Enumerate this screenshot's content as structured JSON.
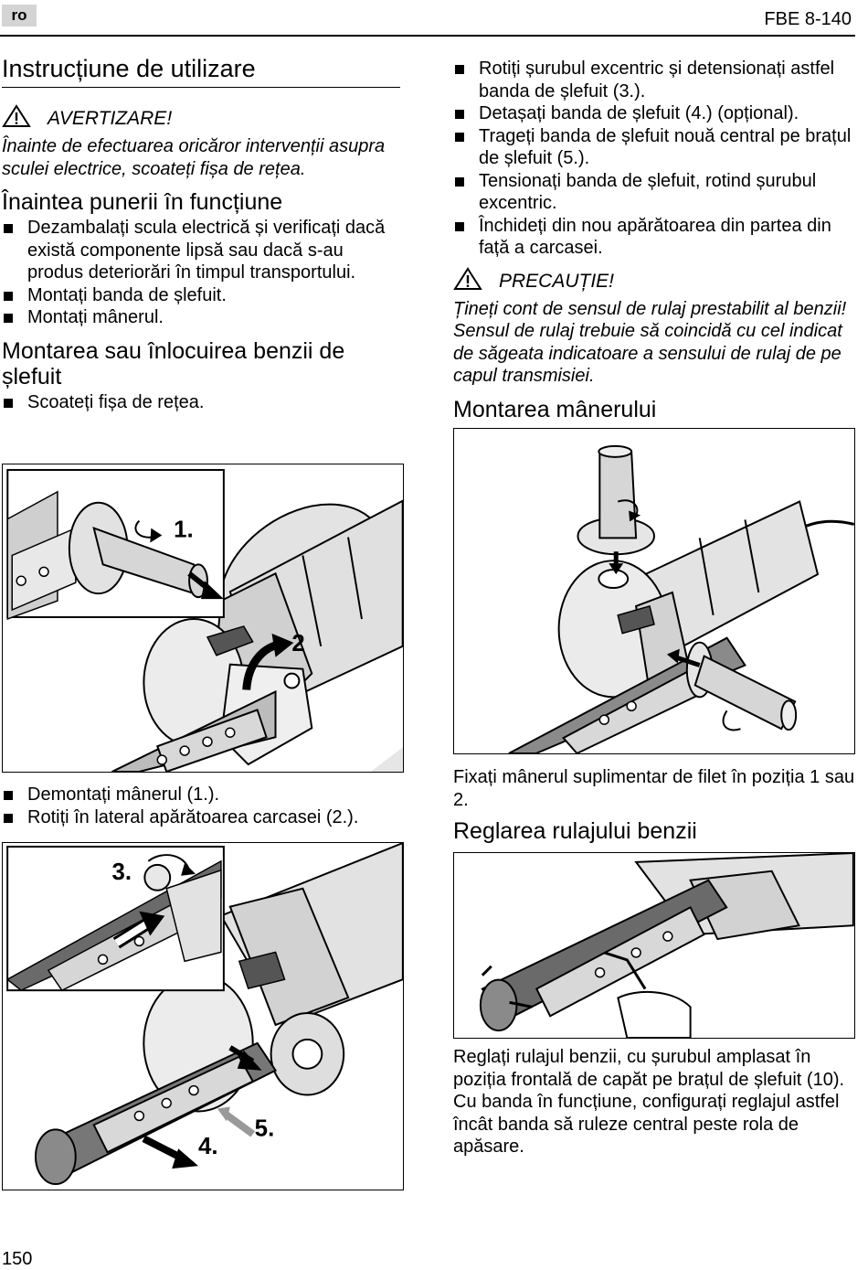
{
  "header": {
    "lang": "ro",
    "model": "FBE 8-140"
  },
  "left": {
    "title": "Instrucțiune de utilizare",
    "warning": {
      "label": "AVERTIZARE!",
      "text": "Înainte de efectuarea oricăror intervenții asupra sculei electrice, scoateți fișa de rețea."
    },
    "section1": {
      "heading": "Înaintea punerii în funcțiune",
      "items": [
        "Dezambalați scula electrică și verificați dacă există componente lipsă sau dacă s-au produs deteriorări în timpul transportului.",
        "Montați banda de șlefuit.",
        "Montați mânerul."
      ]
    },
    "section2": {
      "heading": "Montarea sau înlocuirea benzii de șlefuit",
      "items": [
        "Scoateți fișa de rețea."
      ],
      "items_after_fig": [
        "Demontați mânerul (1.).",
        "Rotiți în lateral apărătoarea carcasei (2.)."
      ]
    },
    "fig1_labels": {
      "a": "1.",
      "b": "2"
    },
    "fig2_labels": {
      "a": "3.",
      "b": "4.",
      "c": "5."
    }
  },
  "right": {
    "items": [
      "Rotiți șurubul excentric și detensionați astfel banda de șlefuit (3.).",
      "Detașați banda de șlefuit (4.) (opțional).",
      "Trageți banda de șlefuit nouă central pe brațul de șlefuit (5.).",
      "Tensionați banda de șlefuit, rotind șurubul excentric.",
      "Închideți din nou apărătoarea din partea din față a carcasei."
    ],
    "caution": {
      "label": "PRECAUȚIE!",
      "text": "Țineți cont de sensul de rulaj prestabilit al benzii! Sensul de rulaj trebuie să coincidă cu cel indicat de săgeata indicatoare a sensului de rulaj de pe capul transmisiei."
    },
    "section3": {
      "heading": "Montarea mânerului",
      "text": "Fixați mânerul suplimentar de filet în poziția 1 sau 2."
    },
    "section4": {
      "heading": "Reglarea rulajului benzii",
      "text": "Reglați rulajul benzii, cu șurubul amplasat în poziția frontală de capăt pe brațul de șlefuit (10). Cu banda în funcțiune, configurați reglajul astfel încât banda să ruleze central peste rola de apăsare."
    }
  },
  "footer": {
    "page": "150"
  }
}
